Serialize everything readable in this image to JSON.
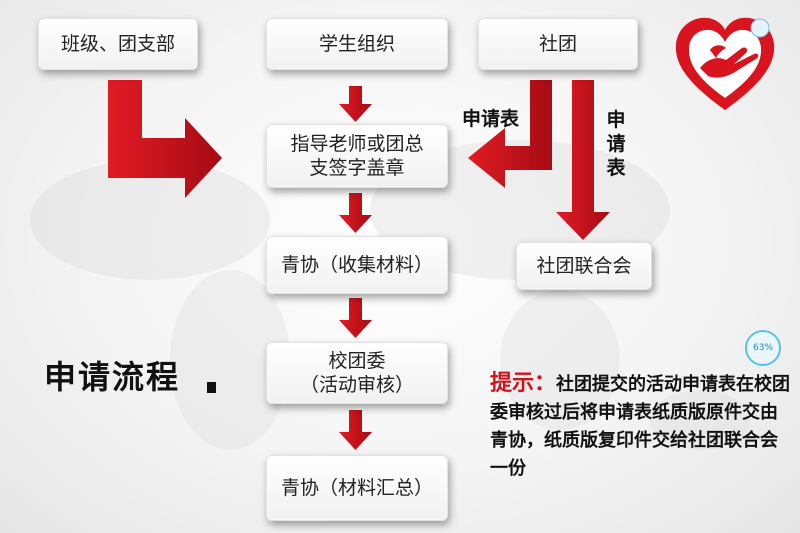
{
  "boxes": {
    "class_league": "班级、团支部",
    "student_org": "学生组织",
    "club": "社团",
    "teacher_sign": "指导老师或团总\n支签字盖章",
    "qingxie_collect": "青协（收集材料）",
    "club_union": "社团联合会",
    "school_league": "校团委\n（活动审核）",
    "qingxie_summary": "青协（材料汇总）"
  },
  "labels": {
    "application_form_h": "申请表",
    "application_form_v": "申请表"
  },
  "title": "申请流程",
  "tip": {
    "label": "提示：",
    "text": "社团提交的活动申请表在校团委审核过后将申请表纸质版原件交由青协，纸质版复印件交给社团联合会一份"
  },
  "badge": "63%",
  "colors": {
    "arrow": "#c8101c",
    "accent": "#d0121b"
  }
}
